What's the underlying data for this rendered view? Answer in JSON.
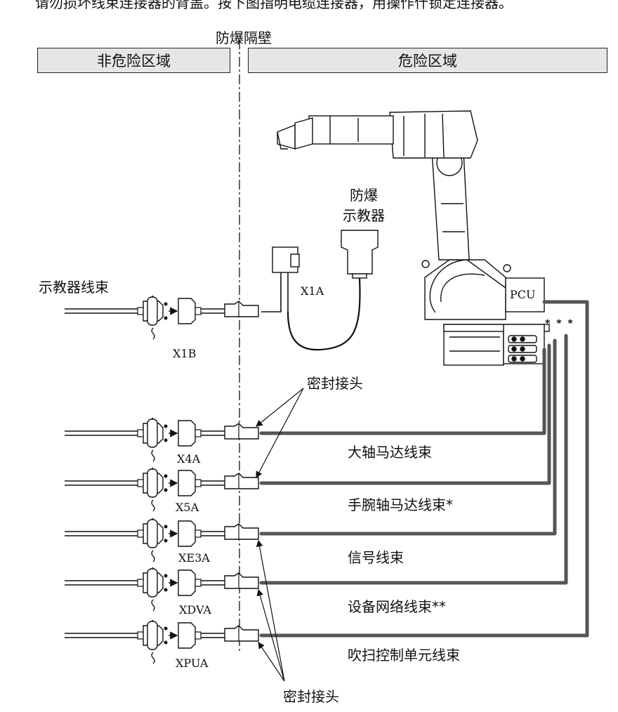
{
  "top_text": "请勿损坏线束连接器的背盖。按下图指明电缆连接器，用操作什锁定连接器。",
  "zones": {
    "non_hazard": "非危险区域",
    "hazard": "危险区域"
  },
  "partition_label": "防爆隔壁",
  "teach_pendant_label": "防爆\n示教器",
  "teach_pendant_line1": "防爆",
  "teach_pendant_line2": "示教器",
  "pcu_label": "PCU",
  "stars_label": "* * *",
  "teach_harness": {
    "label": "示教器线束",
    "code_left": "X1B",
    "code_right": "X1A"
  },
  "seal_label_top": "密封接头",
  "seal_label_bottom": "密封接头",
  "harness_rows": [
    {
      "code": "X4A",
      "label": "大轴马达线束"
    },
    {
      "code": "X5A",
      "label": "手腕轴马达线束*"
    },
    {
      "code": "XE3A",
      "label": "信号线束"
    },
    {
      "code": "XDVA",
      "label": "设备网络线束**"
    },
    {
      "code": "XPUA",
      "label": "吹扫控制单元线束"
    }
  ]
}
